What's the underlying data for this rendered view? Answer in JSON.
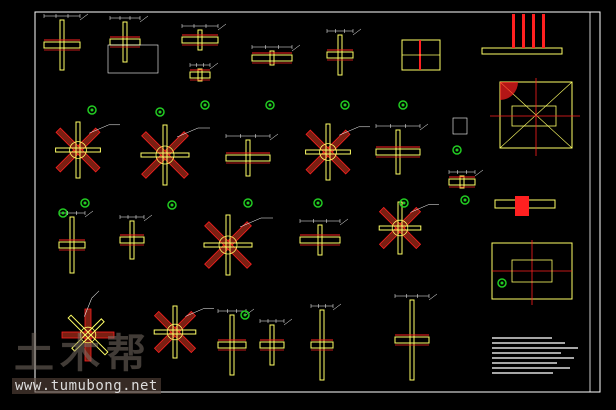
{
  "drawing": {
    "title": "steel structure connection node details",
    "colors": {
      "background": "#000000",
      "frame": "#ffffff",
      "member": "#ffff66",
      "flange": "#ff2020",
      "fill": "#7a1f12",
      "marker": "#22cc22",
      "dim": "#ffffff",
      "text": "#dddddd"
    }
  },
  "watermark": {
    "logo": "土木帮",
    "url": "www.tumubong.net"
  }
}
